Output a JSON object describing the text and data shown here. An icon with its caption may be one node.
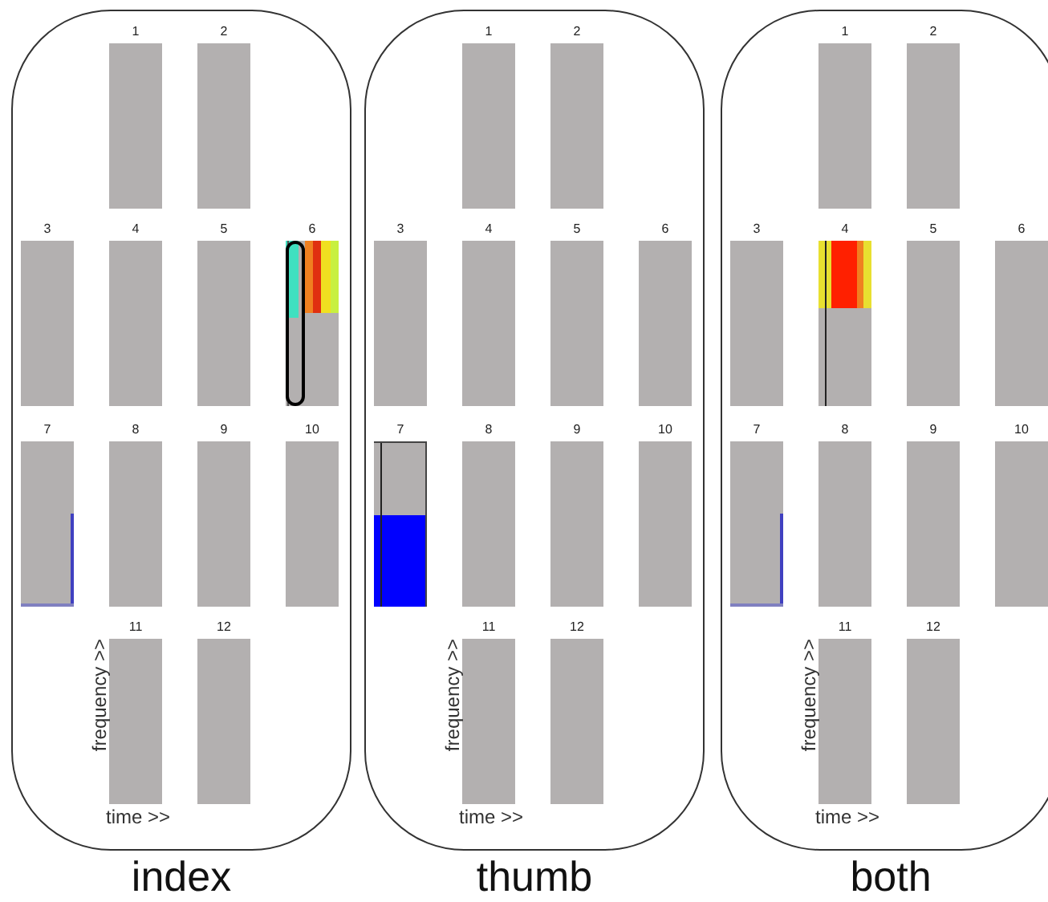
{
  "diagram": {
    "nodes": [
      {
        "text": [
          "index"
        ]
      },
      {
        "text": [
          "1"
        ],
        "in": 0
      },
      {
        "text": [
          "2"
        ],
        "in": 0
      },
      {
        "text": [
          "3"
        ],
        "in": 0
      },
      {
        "text": [
          "4"
        ],
        "in": 0
      },
      {
        "text": [
          "5"
        ],
        "in": 0
      },
      {
        "text": [
          "6"
        ],
        "in": 0
      },
      {
        "text": [
          "7"
        ],
        "in": 0
      },
      {
        "text": [
          "8"
        ],
        "in": 0
      },
      {
        "text": [
          "9"
        ],
        "in": 0
      },
      {
        "text": [
          "10"
        ],
        "in": 0
      },
      {
        "text": [
          "11"
        ],
        "in": 0
      },
      {
        "text": [
          "12"
        ],
        "in": 0
      },
      {
        "text": [
          "thumb"
        ]
      },
      {
        "text": [
          "1"
        ],
        "in": 13
      },
      {
        "text": [
          "2"
        ],
        "in": 13
      },
      {
        "text": [
          "3"
        ],
        "in": 13
      },
      {
        "text": [
          "4"
        ],
        "in": 13
      },
      {
        "text": [
          "5"
        ],
        "in": 13
      },
      {
        "text": [
          "6"
        ],
        "in": 13
      },
      {
        "text": [
          "7"
        ],
        "in": 13
      },
      {
        "text": [
          "8"
        ],
        "in": 13
      },
      {
        "text": [
          "9"
        ],
        "in": 13
      },
      {
        "text": [
          "10"
        ],
        "in": 13
      },
      {
        "text": [
          "11"
        ],
        "in": 13
      },
      {
        "text": [
          "12"
        ],
        "in": 13
      },
      {
        "text": [
          "both"
        ]
      },
      {
        "text": [
          "1"
        ],
        "in": 26
      },
      {
        "text": [
          "2"
        ],
        "in": 26
      },
      {
        "text": [
          "3"
        ],
        "in": 26
      },
      {
        "text": [
          "4"
        ],
        "in": 26
      },
      {
        "text": [
          "5"
        ],
        "in": 26
      },
      {
        "text": [
          "6"
        ],
        "in": 26
      },
      {
        "text": [
          "7"
        ],
        "in": 26
      },
      {
        "text": [
          "8"
        ],
        "in": 26
      },
      {
        "text": [
          "9"
        ],
        "in": 26
      },
      {
        "text": [
          "10"
        ],
        "in": 26
      },
      {
        "text": [
          "11"
        ],
        "in": 26
      },
      {
        "text": [
          "12"
        ],
        "in": 26
      }
    ],
    "labels": [
      "frequency >>",
      "time >>",
      "frequency >>",
      "time >>",
      "frequency >>",
      "time >>"
    ]
  }
}
